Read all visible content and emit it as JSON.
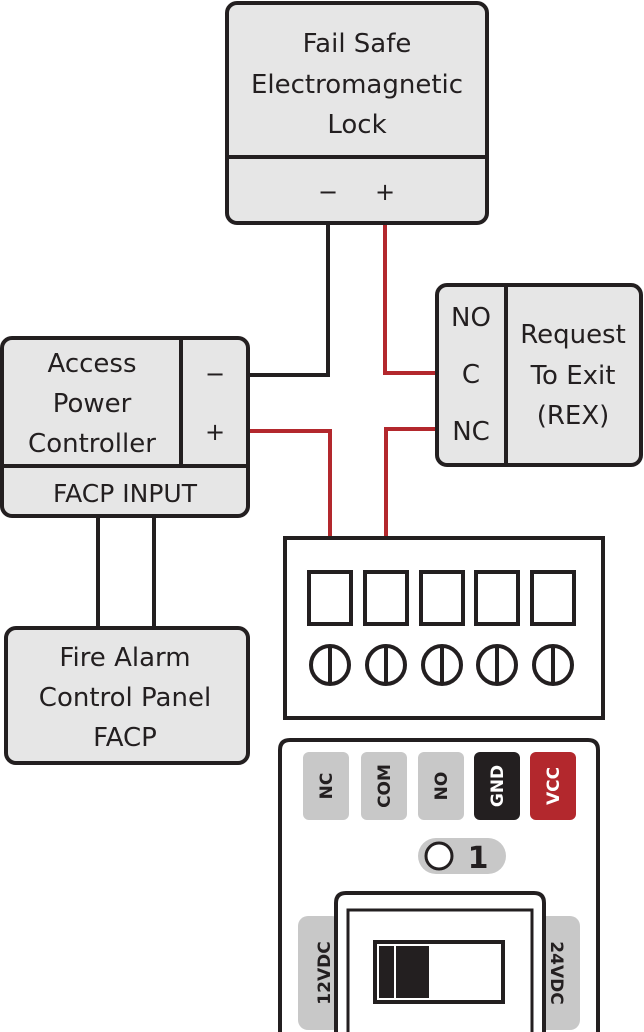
{
  "lock": {
    "line1": "Fail Safe",
    "line2": "Electromagnetic",
    "line3": "Lock",
    "minus": "−",
    "plus": "+"
  },
  "apc": {
    "line1": "Access",
    "line2": "Power",
    "line3": "Controller",
    "minus": "−",
    "plus": "+",
    "facp_input": "FACP INPUT"
  },
  "facp": {
    "line1": "Fire Alarm",
    "line2": "Control Panel",
    "line3": "FACP"
  },
  "rex": {
    "no": "NO",
    "c": "C",
    "nc": "NC",
    "line1": "Request",
    "line2": "To Exit",
    "line3": "(REX)"
  },
  "module": {
    "labels": [
      "NC",
      "COM",
      "NO",
      "GND",
      "VCC"
    ],
    "label_colors": [
      "#c8c8c8",
      "#c8c8c8",
      "#c8c8c8",
      "#231f20",
      "#b3282d"
    ],
    "led_number": "1",
    "left_voltage": "12VDC",
    "right_voltage": "24VDC"
  },
  "colors": {
    "wire_black": "#231f20",
    "wire_red": "#b3282d",
    "box_fill": "#e6e6e6"
  }
}
